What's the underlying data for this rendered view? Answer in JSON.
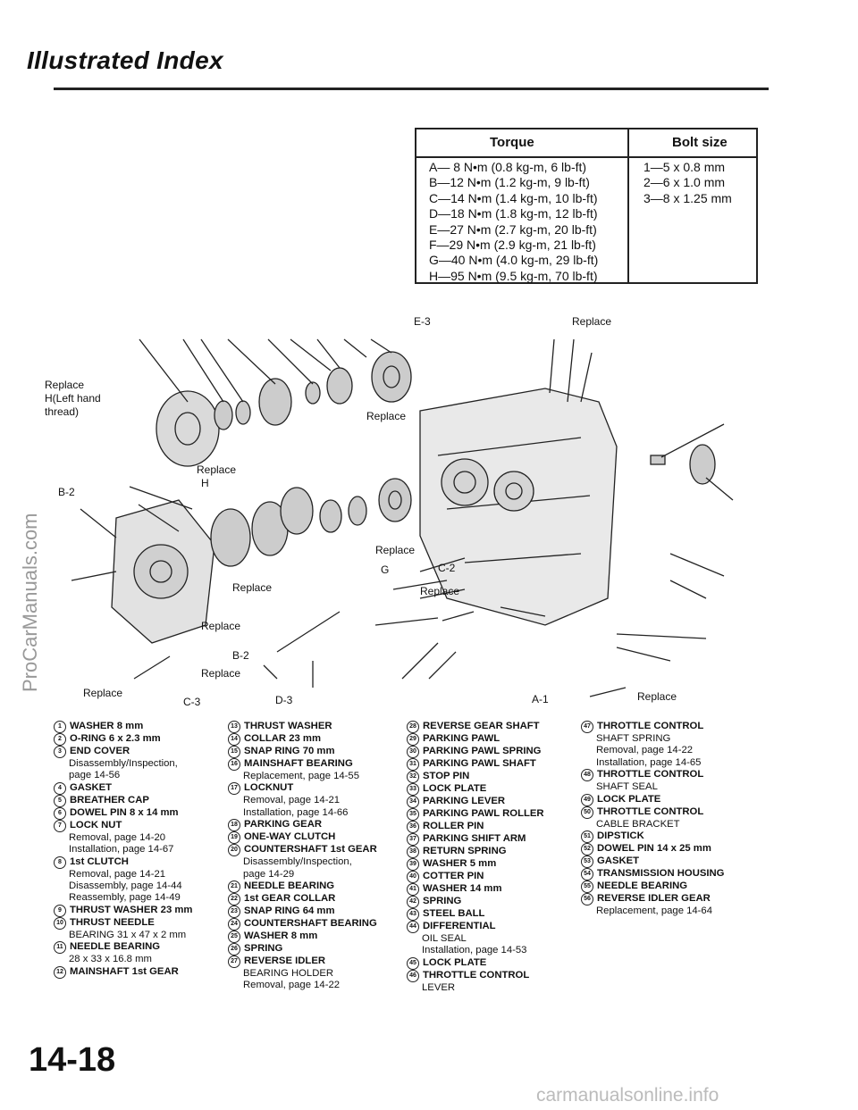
{
  "title": "Illustrated Index",
  "torque_table": {
    "header_torque": "Torque",
    "header_bolt": "Bolt size",
    "torque_rows": [
      "A—  8 N•m (0.8 kg-m, 6 lb-ft)",
      "B—12 N•m (1.2 kg-m, 9 lb-ft)",
      "C—14 N•m (1.4 kg-m, 10 lb-ft)",
      "D—18 N•m (1.8 kg-m, 12 lb-ft)",
      "E—27 N•m (2.7 kg-m, 20 lb-ft)",
      "F—29 N•m (2.9 kg-m, 21 lb-ft)",
      "G—40 N•m (4.0 kg-m, 29 lb-ft)",
      "H—95 N•m (9.5 kg-m, 70 lb-ft)"
    ],
    "bolt_rows": [
      "1—5 x 0.8 mm",
      "2—6 x 1.0 mm",
      "3—8 x 1.25 mm"
    ]
  },
  "watermark_side": "ProCarManuals.com",
  "watermark_footer": "carmanualsonline.info",
  "page_number": "14-18",
  "diagram_labels": {
    "replace": "Replace",
    "h_left_hand": "H(Left hand",
    "thread": "thread)",
    "b2": "B-2",
    "c2": "C-2",
    "c3": "C-3",
    "d3": "D-3",
    "e3": "E-3",
    "a1": "A-1",
    "g": "G",
    "h": "H"
  },
  "legend_columns": [
    [
      {
        "n": "1",
        "name": "WASHER 8 mm",
        "sub": []
      },
      {
        "n": "2",
        "name": "O-RING 6 x 2.3 mm",
        "sub": []
      },
      {
        "n": "3",
        "name": "END COVER",
        "sub": [
          "Disassembly/Inspection,",
          "page 14-56"
        ]
      },
      {
        "n": "4",
        "name": "GASKET",
        "sub": []
      },
      {
        "n": "5",
        "name": "BREATHER CAP",
        "sub": []
      },
      {
        "n": "6",
        "name": "DOWEL PIN 8 x 14 mm",
        "sub": []
      },
      {
        "n": "7",
        "name": "LOCK NUT",
        "sub": [
          "Removal, page 14-20",
          "Installation, page 14-67"
        ]
      },
      {
        "n": "8",
        "name": "1st CLUTCH",
        "sub": [
          "Removal, page 14-21",
          "Disassembly, page 14-44",
          "Reassembly, page 14-49"
        ]
      },
      {
        "n": "9",
        "name": "THRUST WASHER 23 mm",
        "sub": []
      },
      {
        "n": "10",
        "name": "THRUST NEEDLE",
        "sub": [
          "BEARING 31 x 47 x 2 mm"
        ]
      },
      {
        "n": "11",
        "name": "NEEDLE BEARING",
        "sub": [
          "28 x 33 x 16.8 mm"
        ]
      },
      {
        "n": "12",
        "name": "MAINSHAFT 1st GEAR",
        "sub": []
      }
    ],
    [
      {
        "n": "13",
        "name": "THRUST WASHER",
        "sub": []
      },
      {
        "n": "14",
        "name": "COLLAR 23 mm",
        "sub": []
      },
      {
        "n": "15",
        "name": "SNAP RING 70 mm",
        "sub": []
      },
      {
        "n": "16",
        "name": "MAINSHAFT BEARING",
        "sub": [
          "Replacement, page 14-55"
        ]
      },
      {
        "n": "17",
        "name": "LOCKNUT",
        "sub": [
          "Removal, page 14-21",
          "Installation, page 14-66"
        ]
      },
      {
        "n": "18",
        "name": "PARKING GEAR",
        "sub": []
      },
      {
        "n": "19",
        "name": "ONE-WAY CLUTCH",
        "sub": []
      },
      {
        "n": "20",
        "name": "COUNTERSHAFT 1st GEAR",
        "sub": [
          "Disassembly/Inspection,",
          "page 14-29"
        ]
      },
      {
        "n": "21",
        "name": "NEEDLE BEARING",
        "sub": []
      },
      {
        "n": "22",
        "name": "1st GEAR COLLAR",
        "sub": []
      },
      {
        "n": "23",
        "name": "SNAP RING 64 mm",
        "sub": []
      },
      {
        "n": "24",
        "name": "COUNTERSHAFT BEARING",
        "sub": []
      },
      {
        "n": "25",
        "name": "WASHER 8 mm",
        "sub": []
      },
      {
        "n": "26",
        "name": "SPRING",
        "sub": []
      },
      {
        "n": "27",
        "name": "REVERSE IDLER",
        "sub": [
          "BEARING HOLDER",
          "Removal, page 14-22"
        ]
      }
    ],
    [
      {
        "n": "28",
        "name": "REVERSE GEAR SHAFT",
        "sub": []
      },
      {
        "n": "29",
        "name": "PARKING PAWL",
        "sub": []
      },
      {
        "n": "30",
        "name": "PARKING PAWL SPRING",
        "sub": []
      },
      {
        "n": "31",
        "name": "PARKING PAWL SHAFT",
        "sub": []
      },
      {
        "n": "32",
        "name": "STOP PIN",
        "sub": []
      },
      {
        "n": "33",
        "name": "LOCK PLATE",
        "sub": []
      },
      {
        "n": "34",
        "name": "PARKING LEVER",
        "sub": []
      },
      {
        "n": "35",
        "name": "PARKING PAWL ROLLER",
        "sub": []
      },
      {
        "n": "36",
        "name": "ROLLER PIN",
        "sub": []
      },
      {
        "n": "37",
        "name": "PARKING SHIFT ARM",
        "sub": []
      },
      {
        "n": "38",
        "name": "RETURN SPRING",
        "sub": []
      },
      {
        "n": "39",
        "name": "WASHER 5 mm",
        "sub": []
      },
      {
        "n": "40",
        "name": "COTTER PIN",
        "sub": []
      },
      {
        "n": "41",
        "name": "WASHER 14 mm",
        "sub": []
      },
      {
        "n": "42",
        "name": "SPRING",
        "sub": []
      },
      {
        "n": "43",
        "name": "STEEL BALL",
        "sub": []
      },
      {
        "n": "44",
        "name": "DIFFERENTIAL",
        "sub": [
          "OIL SEAL",
          "Installation, page 14-53"
        ]
      },
      {
        "n": "45",
        "name": "LOCK PLATE",
        "sub": []
      },
      {
        "n": "46",
        "name": "THROTTLE CONTROL",
        "sub": [
          "LEVER"
        ]
      }
    ],
    [
      {
        "n": "47",
        "name": "THROTTLE CONTROL",
        "sub": [
          "SHAFT SPRING",
          "Removal, page 14-22",
          "Installation, page 14-65"
        ]
      },
      {
        "n": "48",
        "name": "THROTTLE CONTROL",
        "sub": [
          "SHAFT SEAL"
        ]
      },
      {
        "n": "49",
        "name": "LOCK PLATE",
        "sub": []
      },
      {
        "n": "50",
        "name": "THROTTLE CONTROL",
        "sub": [
          "CABLE BRACKET"
        ]
      },
      {
        "n": "51",
        "name": "DIPSTICK",
        "sub": []
      },
      {
        "n": "52",
        "name": "DOWEL PIN 14 x 25 mm",
        "sub": []
      },
      {
        "n": "53",
        "name": "GASKET",
        "sub": []
      },
      {
        "n": "54",
        "name": "TRANSMISSION HOUSING",
        "sub": []
      },
      {
        "n": "55",
        "name": "NEEDLE BEARING",
        "sub": []
      },
      {
        "n": "56",
        "name": "REVERSE IDLER GEAR",
        "sub": [
          "Replacement, page 14-64"
        ]
      }
    ]
  ]
}
